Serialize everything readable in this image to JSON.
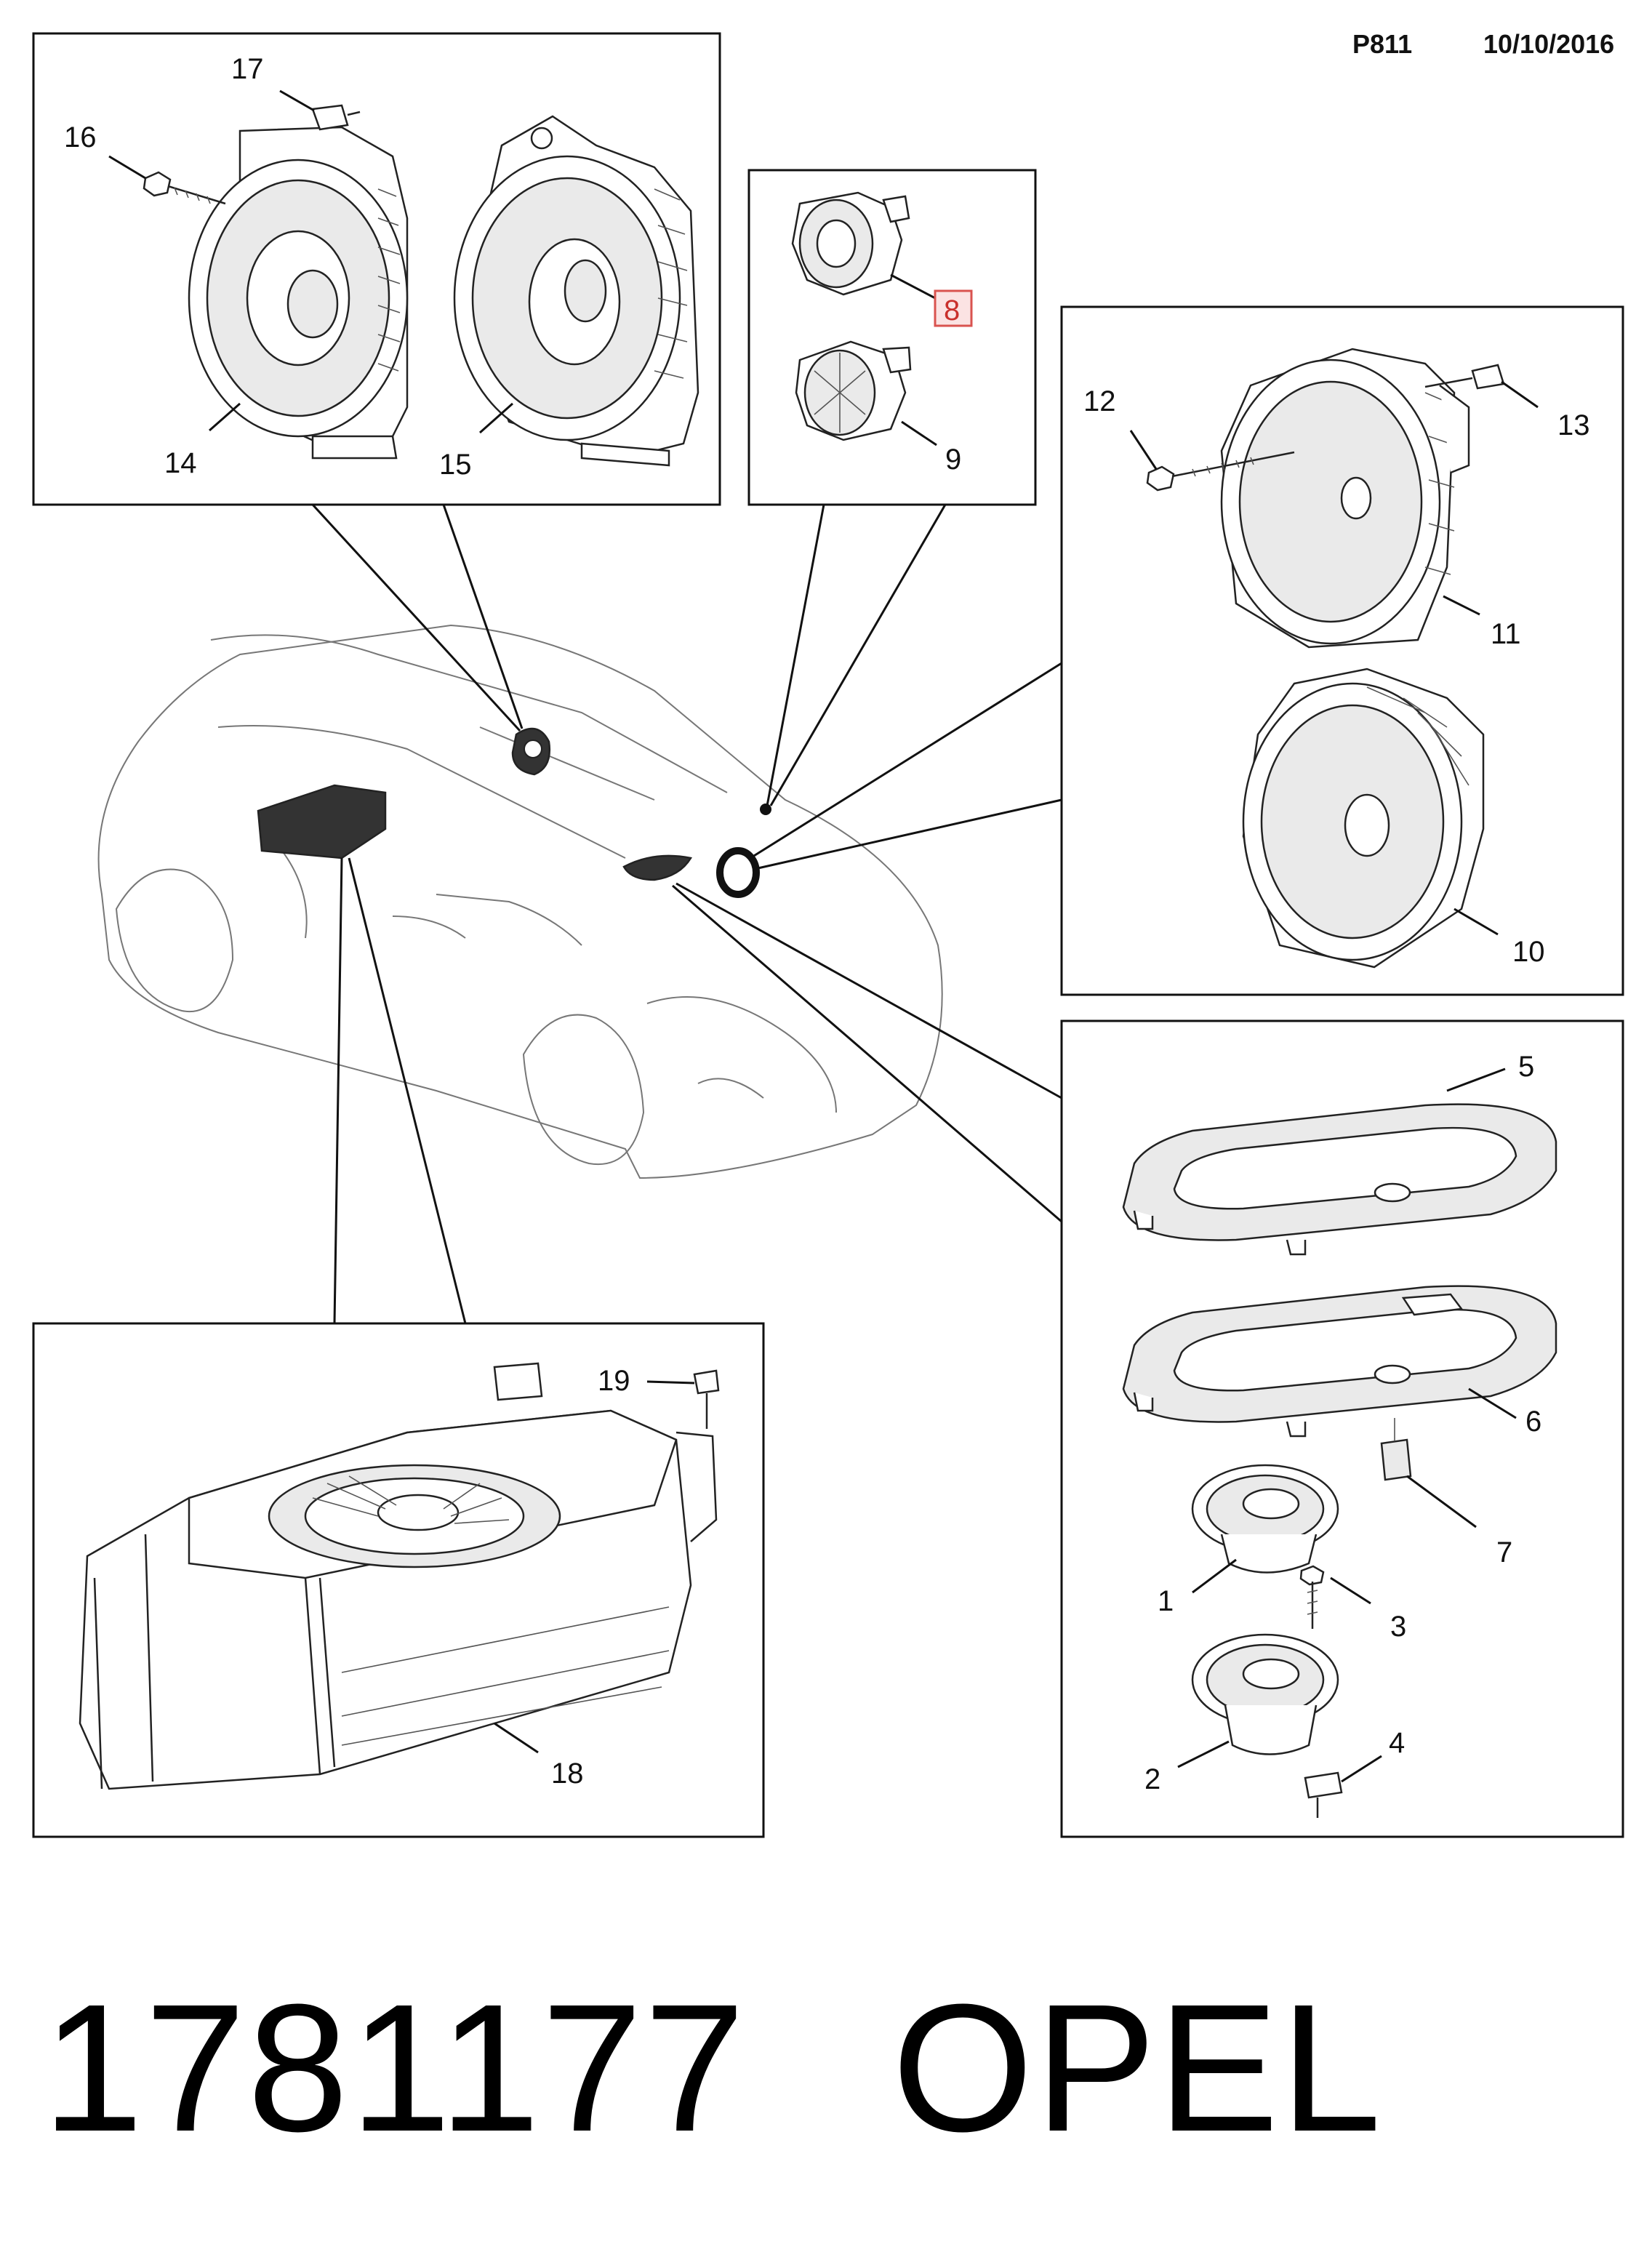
{
  "header": {
    "page_code": "P811",
    "date": "10/10/2016"
  },
  "callouts": {
    "c1": "1",
    "c2": "2",
    "c3": "3",
    "c4": "4",
    "c5": "5",
    "c6": "6",
    "c7": "7",
    "c8": "8",
    "c9": "9",
    "c10": "10",
    "c11": "11",
    "c12": "12",
    "c13": "13",
    "c14": "14",
    "c15": "15",
    "c16": "16",
    "c17": "17",
    "c18": "18",
    "c19": "19"
  },
  "highlight": {
    "part": "8",
    "border_color": "#d9534f",
    "fill_color": "#fbe3e3"
  },
  "footer": {
    "part_number": "1781177",
    "brand": "OPEL"
  }
}
